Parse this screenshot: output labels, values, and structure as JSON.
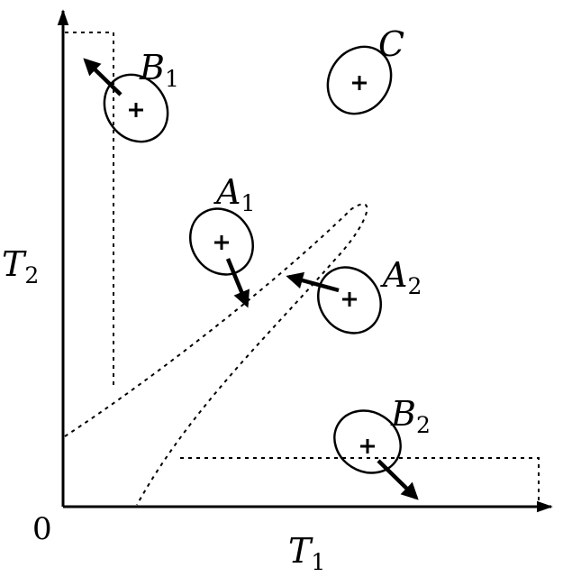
{
  "axes": {
    "x_label": "T",
    "x_sub": "1",
    "y_label": "T",
    "y_sub": "2",
    "origin": "0"
  },
  "points": [
    {
      "id": "B1",
      "name": "B",
      "sub": "1"
    },
    {
      "id": "C",
      "name": "C",
      "sub": ""
    },
    {
      "id": "A1",
      "name": "A",
      "sub": "1"
    },
    {
      "id": "A2",
      "name": "A",
      "sub": "2"
    },
    {
      "id": "B2",
      "name": "B",
      "sub": "2"
    }
  ]
}
